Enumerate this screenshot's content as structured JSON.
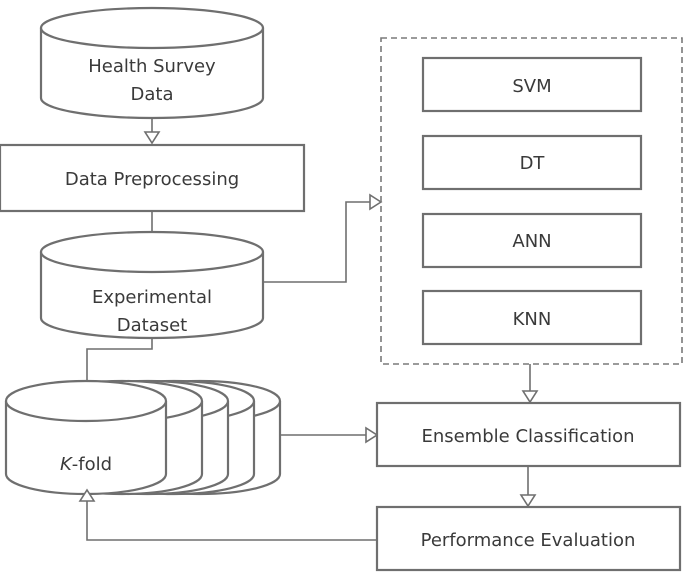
{
  "nodes": {
    "health_survey_line1": "Health Survey",
    "health_survey_line2": "Data",
    "data_preprocessing": "Data Preprocessing",
    "experimental_line1": "Experimental",
    "experimental_line2": "Dataset",
    "kfold_k": "K",
    "kfold_rest": "-fold",
    "svm": "SVM",
    "dt": "DT",
    "ann": "ANN",
    "knn": "KNN",
    "ensemble": "Ensemble Classification",
    "performance": "Performance Evaluation"
  }
}
